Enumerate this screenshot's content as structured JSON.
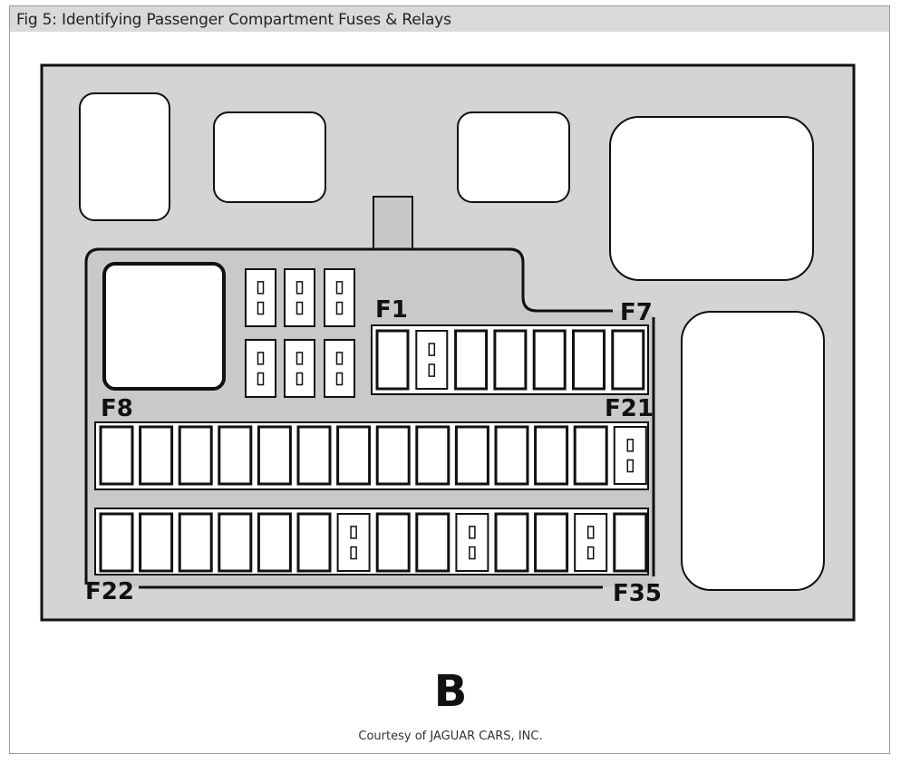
{
  "figure": {
    "caption": "Fig 5: Identifying Passenger Compartment Fuses & Relays",
    "view_letter": "B",
    "credit": "Courtesy of JAGUAR CARS, INC."
  },
  "labels": {
    "f1": "F1",
    "f7": "F7",
    "f8": "F8",
    "f21": "F21",
    "f22": "F22",
    "f35": "F35"
  },
  "rows": {
    "top": {
      "count": 7,
      "pin_slots": [
        1
      ]
    },
    "middle": {
      "count": 14,
      "pin_slots": [
        13
      ]
    },
    "bottom": {
      "count": 14,
      "pin_slots": [
        6,
        9,
        12
      ]
    }
  },
  "relays": {
    "count": 6
  },
  "colors": {
    "panel": "#d4d4d4",
    "stroke": "#111111",
    "slot": "#ffffff"
  }
}
